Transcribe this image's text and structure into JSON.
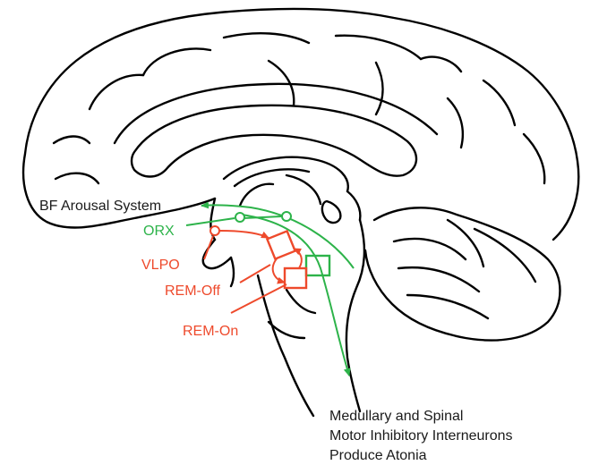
{
  "labels": {
    "bf_arousal": "BF Arousal System",
    "orx": "ORX",
    "vlpo": "VLPO",
    "rem_off": "REM-Off",
    "rem_on": "REM-On",
    "output_line1": "Medullary and Spinal",
    "output_line2": "Motor Inhibitory Interneurons",
    "output_line3": "Produce Atonia"
  },
  "colors": {
    "outline": "#000000",
    "arousal_green": "#2db34a",
    "inhibitory_red": "#ee4a2c",
    "text_black": "#1a1a1a"
  }
}
